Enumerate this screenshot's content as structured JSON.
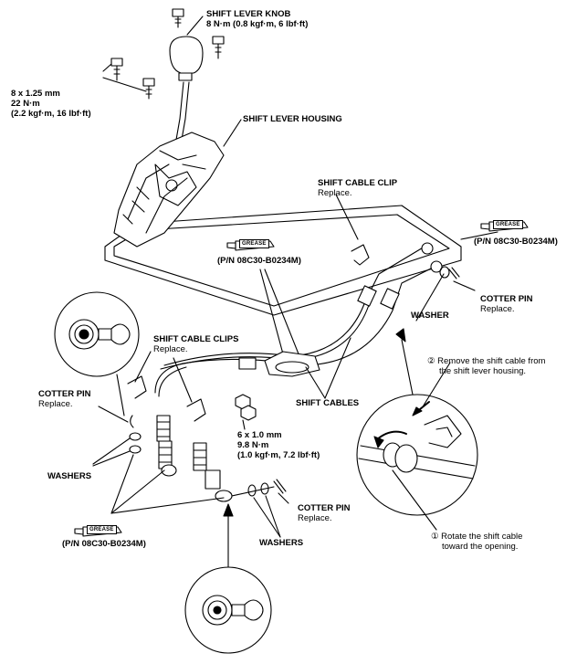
{
  "labels": {
    "knob_title": "SHIFT LEVER KNOB",
    "knob_torque": "8 N·m (0.8 kgf·m, 6 lbf·ft)",
    "bolt_size": "8 x 1.25 mm",
    "bolt_torque_nm": "22 N·m",
    "bolt_torque_alt": "(2.2 kgf·m, 16 lbf·ft)",
    "housing": "SHIFT LEVER HOUSING",
    "cable_clip": "SHIFT CABLE CLIP",
    "cable_clip_note": "Replace.",
    "grease_pn_top_right": "(P/N 08C30-B0234M)",
    "grease_pn_center": "(P/N 08C30-B0234M)",
    "grease_pn_bottom_left": "(P/N 08C30-B0234M)",
    "cotter_pin_right": "COTTER PIN",
    "cotter_pin_right_note": "Replace.",
    "washer_right": "WASHER",
    "step2_text_line1": "② Remove the shift cable from",
    "step2_text_line2": "the shift lever housing.",
    "step1_text_line1": "① Rotate the shift cable",
    "step1_text_line2": "toward the opening.",
    "cable_clips": "SHIFT CABLE CLIPS",
    "cable_clips_note": "Replace.",
    "cotter_pin_left": "COTTER PIN",
    "cotter_pin_left_note": "Replace.",
    "washers_left": "WASHERS",
    "shift_cables": "SHIFT CABLES",
    "nut_size": "6 x 1.0 mm",
    "nut_torque_nm": "9.8 N·m",
    "nut_torque_alt": "(1.0 kgf·m, 7.2 lbf·ft)",
    "cotter_pin_bottom": "COTTER PIN",
    "cotter_pin_bottom_note": "Replace.",
    "washers_bottom": "WASHERS",
    "grease_tag": "GREASE"
  }
}
